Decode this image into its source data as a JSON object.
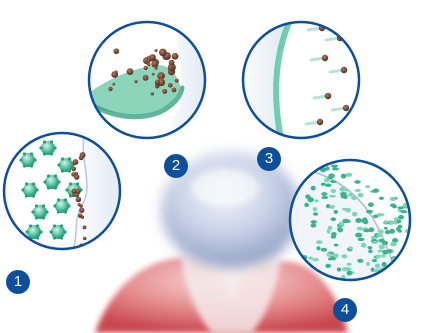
{
  "colors": {
    "accent": "#0d4f9c",
    "bubble_fill": "#ffffff",
    "tooth_enamel": "#c3cfe6",
    "gum": "#d95b5f",
    "bacteria_green": "#3bb38f",
    "spot_brown": "#6a3322"
  },
  "steps": [
    {
      "number": "1",
      "icon": "bacteria-colonies-icon"
    },
    {
      "number": "2",
      "icon": "plaque-buildup-icon"
    },
    {
      "number": "3",
      "icon": "protective-film-icon"
    },
    {
      "number": "4",
      "icon": "fluoride-particles-icon"
    }
  ]
}
